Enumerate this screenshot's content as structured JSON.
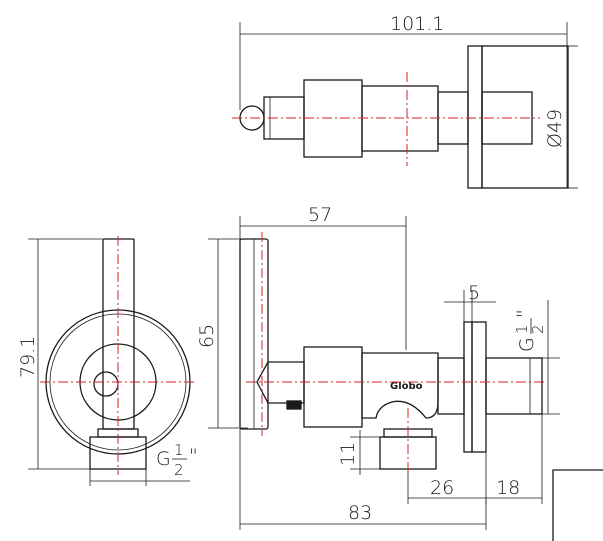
{
  "dimensions": {
    "overall_length_top": "101.1",
    "flange_diameter": "Ø49",
    "handle_offset": "57",
    "handle_height": "65",
    "side_height": "79.1",
    "flange_thickness": "5",
    "outlet_thread_g": "G",
    "outlet_thread_num": "1",
    "outlet_thread_den": "2",
    "outlet_thread_inch": "\"",
    "inlet_thread_g": "G",
    "inlet_thread_num": "1",
    "inlet_thread_den": "2",
    "inlet_thread_inch": "\"",
    "outlet_height": "11",
    "body_to_flange": "26",
    "flange_projection": "18",
    "overall_length_front": "83"
  },
  "brand": "Globo",
  "colors": {
    "line": "#1a1a1a",
    "centerline": "#d6222a"
  }
}
